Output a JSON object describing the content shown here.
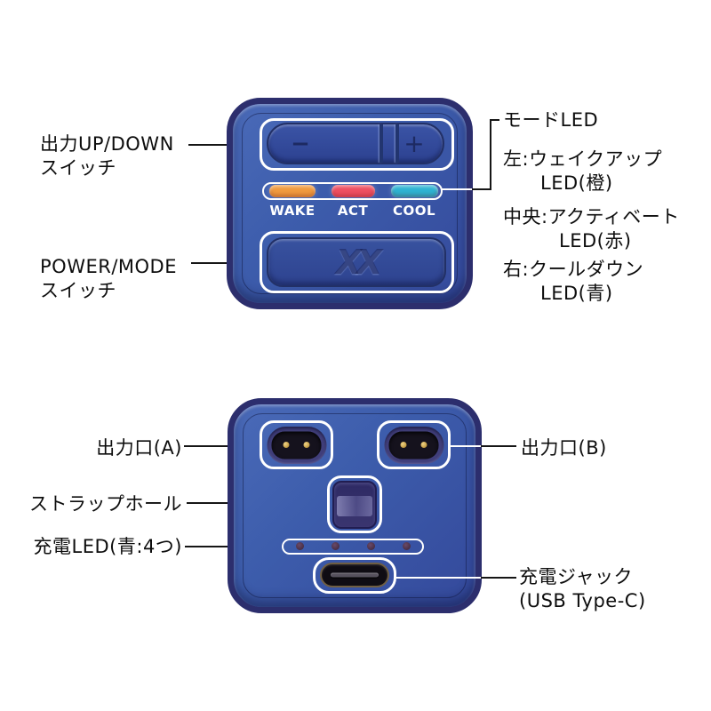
{
  "colors": {
    "background": "#ffffff",
    "body_blue": "#3d5dac",
    "edge_navy": "#2c2e6d",
    "outline_white": "#ffffff",
    "leader_black": "#161616",
    "text": "#0d0d0d",
    "led_wake_orange": "#f09a3e",
    "led_act_red": "#ee5062",
    "led_cool_cyan": "#2eb3d2",
    "port_surround_purple": "#403e7a",
    "port_hole_black": "#15121d",
    "pin_gold": "#c8a24a",
    "strap_navy": "#343067",
    "charge_dot_plum": "#4a3048",
    "usb_black": "#0f0c13",
    "usb_ring_bronze": "#6f5e42"
  },
  "top": {
    "left_labels": [
      {
        "lines": [
          "出力UP/DOWN",
          "スイッチ"
        ]
      },
      {
        "lines": [
          "POWER/MODE",
          "スイッチ"
        ]
      }
    ],
    "right": {
      "title": "モードLED",
      "items": [
        {
          "line1": "左:ウェイクアップ",
          "line2": "LED(橙)"
        },
        {
          "line1": "中央:アクティベート",
          "line2": "LED(赤)"
        },
        {
          "line1": "右:クールダウン",
          "line2": "LED(青)"
        }
      ]
    },
    "device": {
      "rocker": {
        "minus": "−",
        "plus": "+"
      },
      "leds": [
        {
          "label": "WAKE",
          "color": "#f09a3e"
        },
        {
          "label": "ACT",
          "color": "#ee5062"
        },
        {
          "label": "COOL",
          "color": "#2eb3d2"
        }
      ],
      "power_logo": "XX"
    }
  },
  "bottom": {
    "left_labels": [
      "出力口(A)",
      "ストラップホール",
      "充電LED(青:4つ)"
    ],
    "right_labels": {
      "port_b": "出力口(B)",
      "charge_jack": [
        "充電ジャック",
        "(USB Type-C)"
      ]
    },
    "charge_led_count": 4
  }
}
